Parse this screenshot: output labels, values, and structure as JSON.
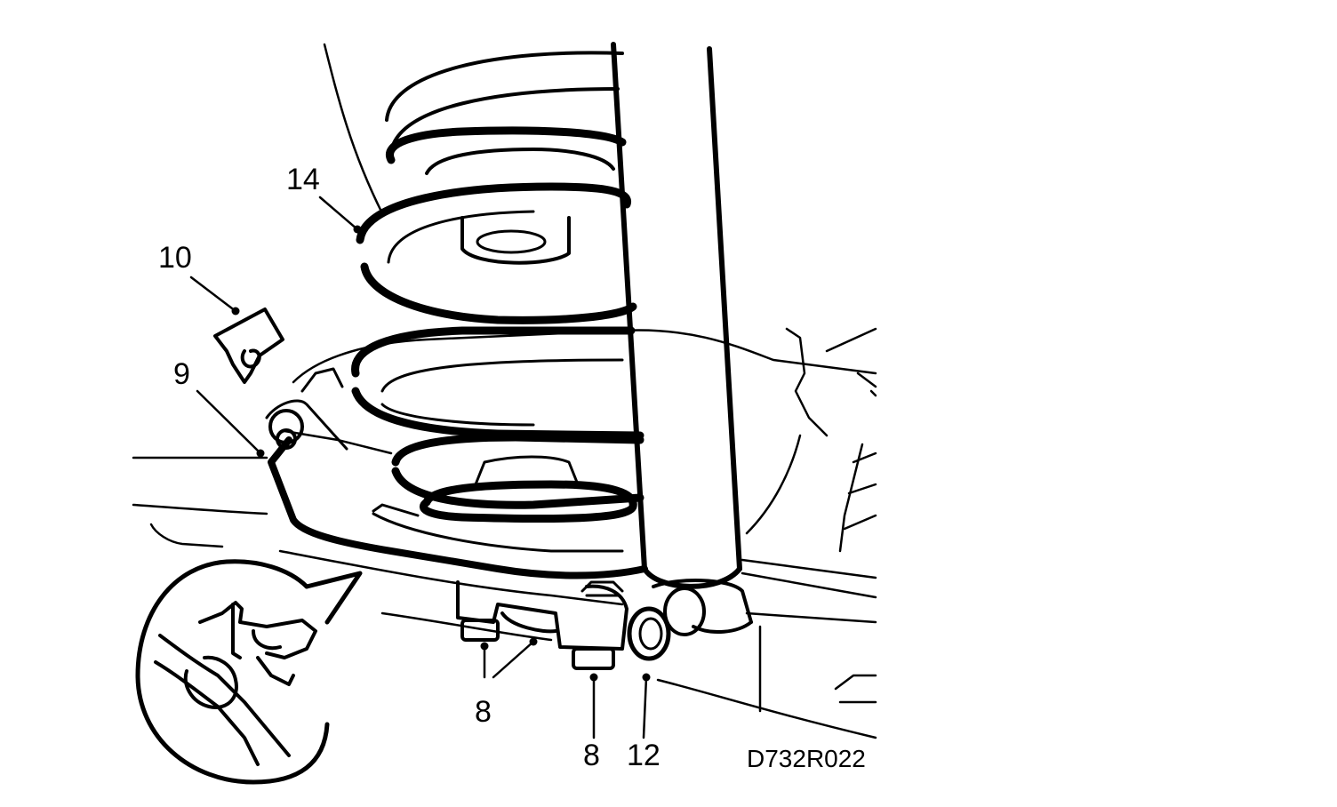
{
  "callouts": [
    {
      "id": "part-14",
      "label": "14"
    },
    {
      "id": "part-10",
      "label": "10"
    },
    {
      "id": "part-9",
      "label": "9"
    },
    {
      "id": "part-8-left",
      "label": "8"
    },
    {
      "id": "part-8-right",
      "label": "8"
    },
    {
      "id": "part-12",
      "label": "12"
    }
  ],
  "drawing_code": "D732R022"
}
